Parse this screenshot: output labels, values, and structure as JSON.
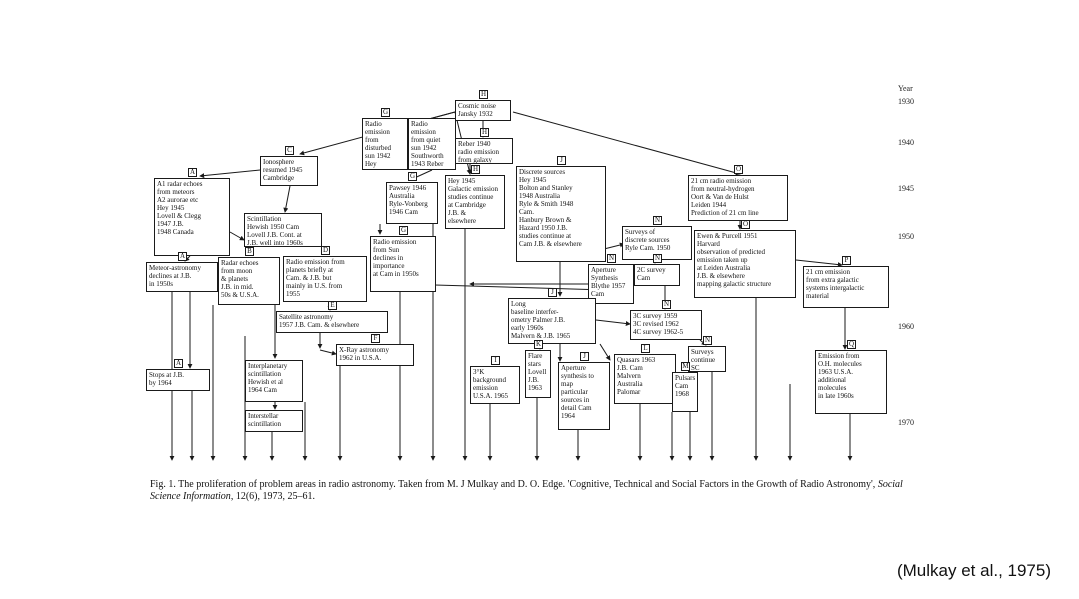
{
  "diagram": {
    "year_axis": {
      "title": "Year",
      "ticks": [
        "1930",
        "1940",
        "1945",
        "1950",
        "1960",
        "1970"
      ]
    },
    "nodes": [
      {
        "id": "cosmic-noise",
        "tag": "H",
        "text": "Cosmic noise\nJansky 1932"
      },
      {
        "id": "radio-emission-disturbed-sun",
        "tag": "G",
        "text": "Radio emission\nfrom disturbed\nsun 1942\nHey"
      },
      {
        "id": "radio-emission-quiet-sun",
        "tag": "",
        "text": "Radio emission\nfrom quiet\nsun 1942\nSouthworth\n1943 Reber"
      },
      {
        "id": "reber-1940",
        "tag": "H",
        "text": "Reber 1940\nradio emission\nfrom galaxy"
      },
      {
        "id": "ionosphere",
        "tag": "C",
        "text": "Ionosphere\nresumed 1945\nCambridge"
      },
      {
        "id": "hey-1945",
        "tag": "H",
        "text": "Hey 1945\nGalactic emission\nstudies continue\nat Cambridge\nJ.B. &\nelsewhere"
      },
      {
        "id": "pawsey-1946",
        "tag": "G",
        "text": "Pawsey 1946\nAustralia\nRyle-Vonberg\n1946 Cam"
      },
      {
        "id": "discrete-sources",
        "tag": "J",
        "text": "Discrete sources\nHey 1945\nBolton and Stanley\n1948 Australia\nRyle & Smith 1948\nCam.\nHanbury Brown &\nHazard 1950 J.B.\nstudies continue at\nCam J.B. & elsewhere"
      },
      {
        "id": "21cm-emission-hydrogen",
        "tag": "O",
        "text": "21 cm radio emission\nfrom neutral-hydrogen\nOort & Van de Hulst\nLeiden 1944\nPrediction of 21 cm line"
      },
      {
        "id": "radar-echoes-meteors",
        "tag": "A",
        "text": "A1 radar echoes\nfrom meteors\nA2 aurorae etc\nHey 1945\nLovell & Clegg\n1947 J.B.\n1948 Canada"
      },
      {
        "id": "scintillation-hewish",
        "tag": "",
        "text": "Scintillation\nHewish 1950 Cam\nLovell J.B. Cont. at\nJ.B. well into 1960s"
      },
      {
        "id": "radio-emission-sun",
        "tag": "G",
        "text": "Radio emission\nfrom Sun\ndeclines in\nimportance\nat Cam in 1950s"
      },
      {
        "id": "surveys-discrete-sources",
        "tag": "N",
        "text": "Surveys of\ndiscrete sources\nRyle Cam. 1950"
      },
      {
        "id": "ewen-purcell",
        "tag": "O",
        "text": "Ewen & Purcell 1951\nHarvard\nobservation of predicted\nemission taken up\nat Leiden Australia\nJ.B. & elsewhere\nmapping galactic structure"
      },
      {
        "id": "meteor-astronomy-declines",
        "tag": "A",
        "text": "Meteor-astronomy\ndeclines at J.B.\nin 1950s"
      },
      {
        "id": "radar-echoes-moon",
        "tag": "B",
        "text": "Radar echoes\nfrom moon\n& planets\nJ.B. in mid.\n50s & U.S.A."
      },
      {
        "id": "radio-emission-planets",
        "tag": "D",
        "text": "Radio emission from\nplanets briefly at\nCam. & J.B. but\nmainly in U.S. from\n1955"
      },
      {
        "id": "aperture-synthesis-blythe",
        "tag": "N",
        "text": "Aperture\nSynthesis\nBlythe 1957\nCam"
      },
      {
        "id": "2c-survey",
        "tag": "N",
        "text": "2C survey\nCam"
      },
      {
        "id": "21cm-extra-galactic",
        "tag": "P",
        "text": "21 cm emission\nfrom extra galactic\nsystems intergalactic\nmaterial"
      },
      {
        "id": "satellite-astronomy",
        "tag": "E",
        "text": "Satellite astronomy\n1957 J.B. Cam. & elsewhere"
      },
      {
        "id": "long-baseline-interferometry",
        "tag": "J",
        "text": "Long\nbaseline interfer-\nometry Palmer J.B.\nearly 1960s\nMalvern & J.B. 1965"
      },
      {
        "id": "3c-surveys",
        "tag": "N",
        "text": "3C survey 1959\n3C revised 1962\n4C survey 1962-5"
      },
      {
        "id": "x-ray-astronomy",
        "tag": "F",
        "text": "X-Ray astronomy\n1962 in U.S.A."
      },
      {
        "id": "stops-at-jb",
        "tag": "A",
        "text": "Stops at J.B.\nby 1964"
      },
      {
        "id": "interplanetary-scintillation",
        "tag": "",
        "text": "Interplanetary\nscintillation\nHewish et al\n1964 Cam"
      },
      {
        "id": "interstellar-scintillation",
        "tag": "",
        "text": "Interstellar\nscintillation"
      },
      {
        "id": "3k-background",
        "tag": "I",
        "text": "3°K\nbackground\nemission\nU.S.A. 1965"
      },
      {
        "id": "flare-stars",
        "tag": "K",
        "text": "Flare\nstars\nLovell\nJ.B.\n1963"
      },
      {
        "id": "aperture-synthesis-map",
        "tag": "J",
        "text": "Aperture\nsynthesis to\nmap\nparticular\nsources in\ndetail Cam\n1964"
      },
      {
        "id": "quasars",
        "tag": "L",
        "text": "Quasars 1963\nJ.B. Cam\nMalvern\nAustralia\nPalomar"
      },
      {
        "id": "surveys-continue",
        "tag": "N",
        "text": "Surveys\ncontinue\nSC"
      },
      {
        "id": "pulsars",
        "tag": "M",
        "text": "Pulsars\nCam\n1968"
      },
      {
        "id": "oh-molecules",
        "tag": "Q",
        "text": "Emission from\nO.H. molecules\n1963 U.S.A.\nadditional\nmolecules\nin late 1960s"
      }
    ],
    "caption": {
      "prefix": "Fig. 1. The proliferation of problem areas in radio astronomy. Taken from M. J Mulkay and D. O. Edge. 'Cognitive, Technical and Social Factors in the Growth of Radio Astronomy', ",
      "journal": "Social Science Information",
      "suffix": ", 12(6), 1973, 25–61."
    }
  },
  "citation": "(Mulkay et al., 1975)"
}
